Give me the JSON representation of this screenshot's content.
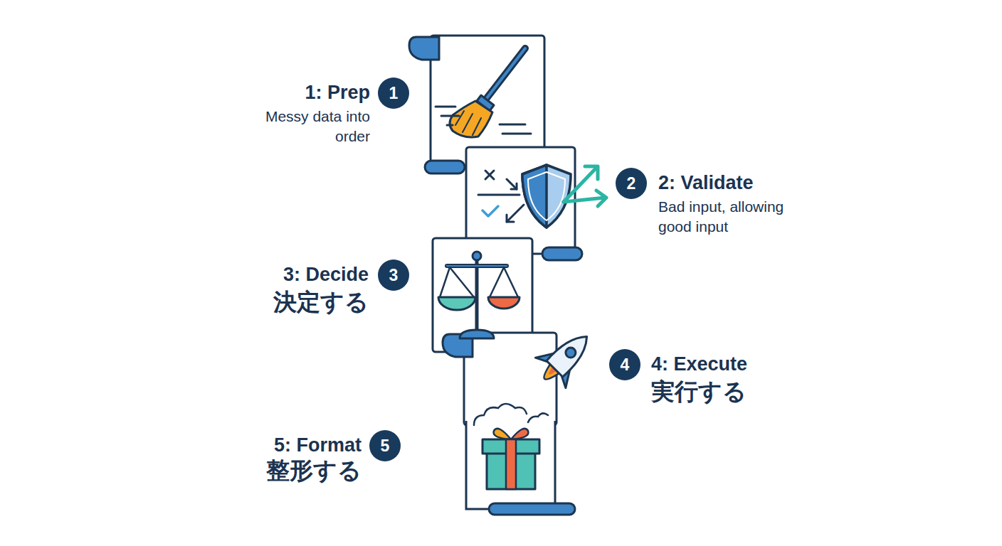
{
  "diagram": {
    "nodes": [
      {
        "text": [
          "1: Prep",
          "Messy data into order"
        ]
      },
      {
        "text": [
          "1"
        ]
      },
      {
        "text": [
          "2: Validate",
          "Bad input, allowing good input"
        ]
      },
      {
        "text": [
          "2"
        ]
      },
      {
        "text": [
          "3: Decide",
          "決定する"
        ]
      },
      {
        "text": [
          "3"
        ]
      },
      {
        "text": [
          "4: Execute",
          "実行する"
        ]
      },
      {
        "text": [
          "4"
        ]
      },
      {
        "text": [
          "5: Format",
          "整形する"
        ]
      },
      {
        "text": [
          "5"
        ]
      }
    ]
  }
}
